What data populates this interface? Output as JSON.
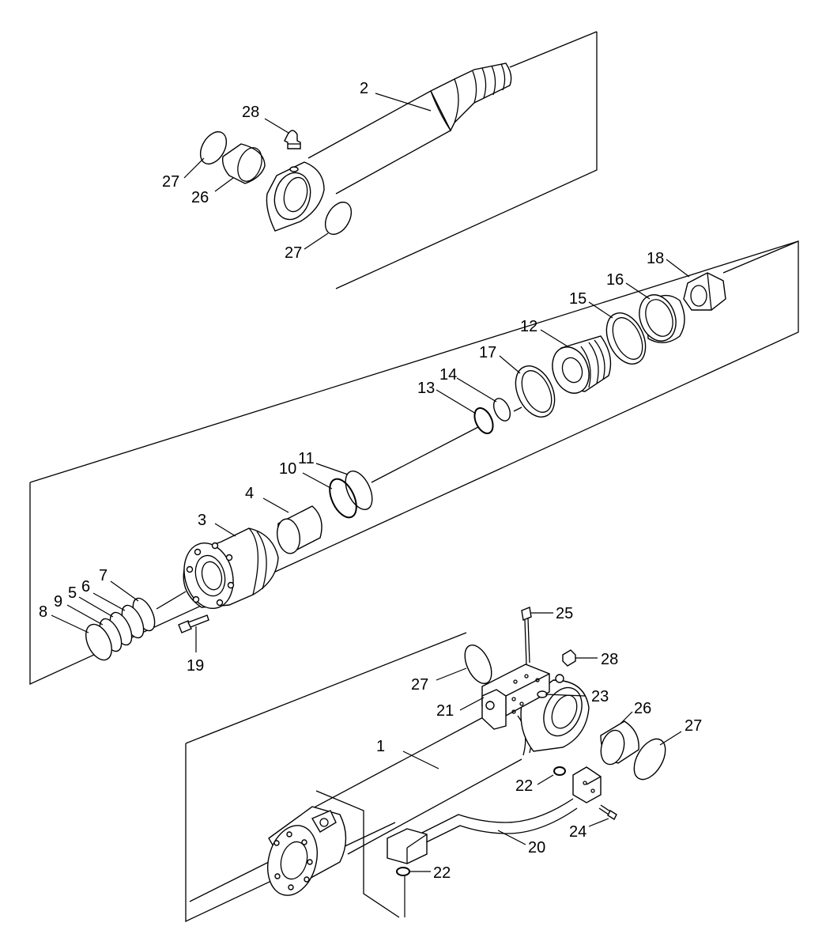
{
  "labels": {
    "p1": "1",
    "p2": "2",
    "p3": "3",
    "p4": "4",
    "p5": "5",
    "p6": "6",
    "p7": "7",
    "p8": "8",
    "p9": "9",
    "p10": "10",
    "p11": "11",
    "p12": "12",
    "p13": "13",
    "p14": "14",
    "p15": "15",
    "p16": "16",
    "p17": "17",
    "p18": "18",
    "p19": "19",
    "p20": "20",
    "p21": "21",
    "p22a": "22",
    "p22b": "22",
    "p23": "23",
    "p24": "24",
    "p25": "25",
    "p26a": "26",
    "p26b": "26",
    "p27a": "27",
    "p27b": "27",
    "p27c": "27",
    "p27d": "27",
    "p28a": "28",
    "p28b": "28"
  }
}
